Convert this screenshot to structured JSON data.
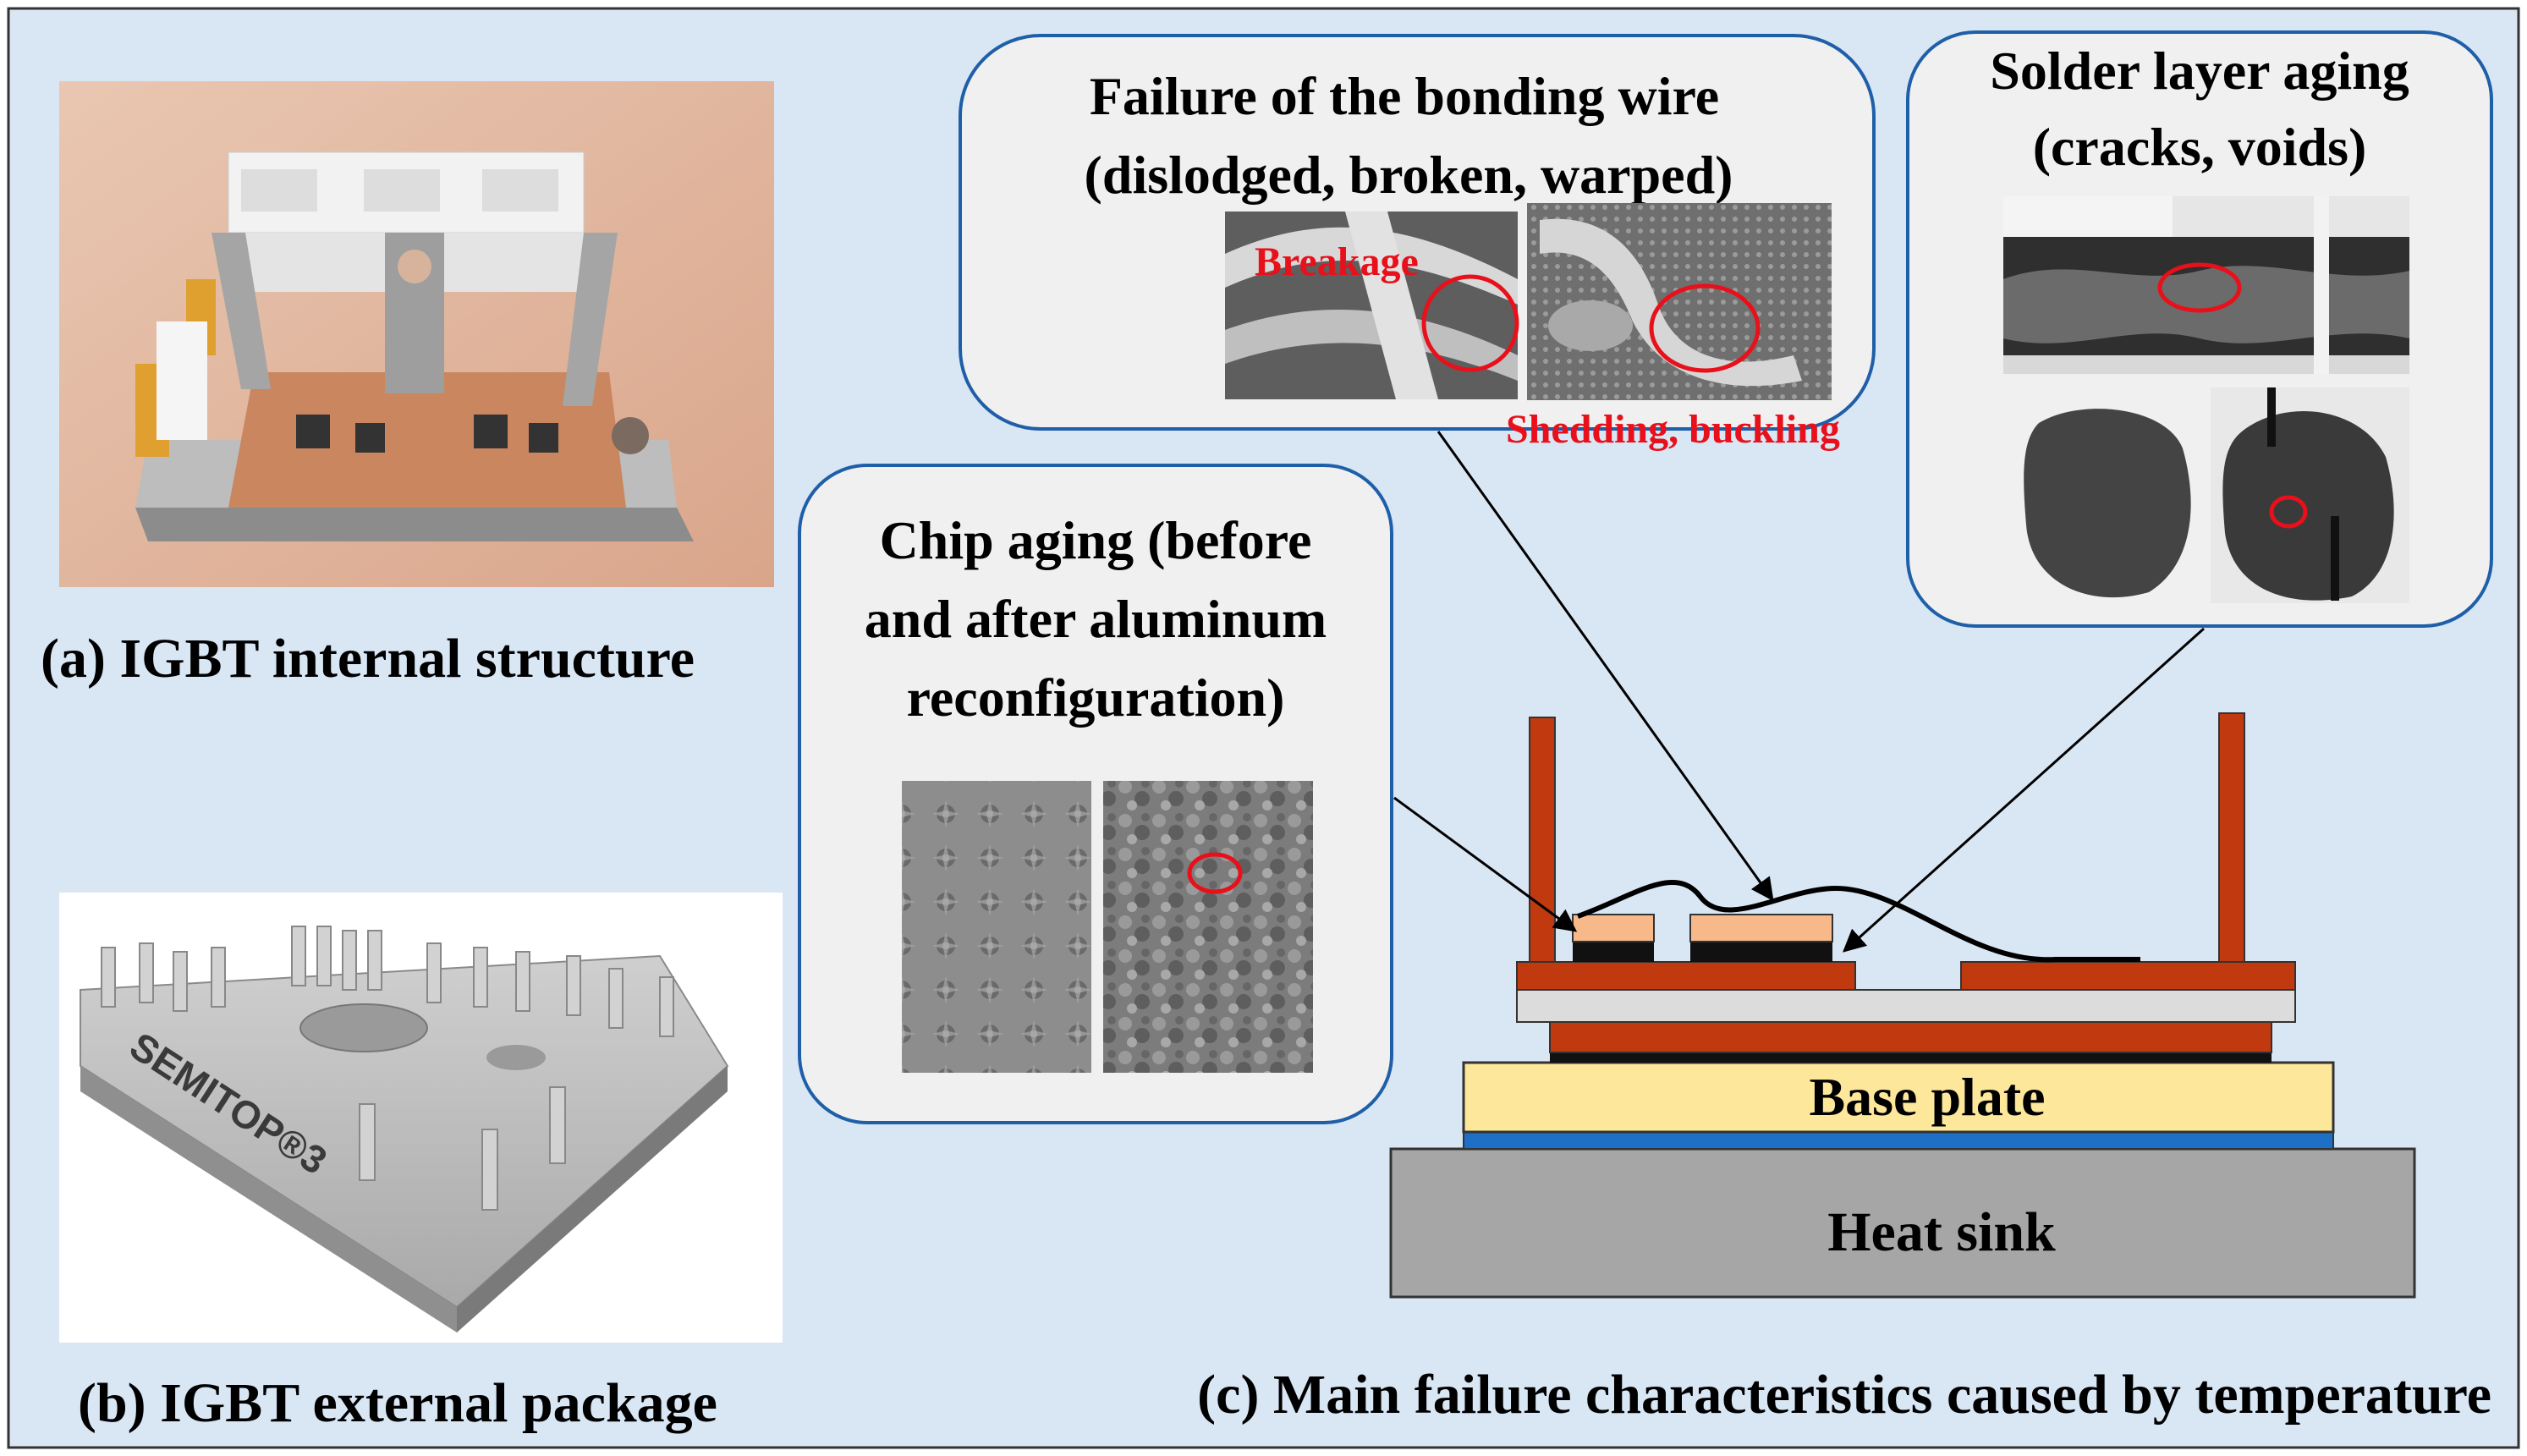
{
  "captions": {
    "a": "(a) IGBT internal structure",
    "b": "(b) IGBT external package",
    "c": "(c) Main failure characteristics caused by temperature"
  },
  "callouts": {
    "bonding_wire": {
      "title_line1": "Failure of the bonding wire",
      "title_line2": "(dislodged, broken, warped)",
      "label_breakage": "Breakage",
      "label_shedding": "Shedding, buckling"
    },
    "solder": {
      "title_line1": "Solder layer aging",
      "title_line2": "(cracks, voids)"
    },
    "chip": {
      "title_line1": "Chip aging (before",
      "title_line2": "and after aluminum",
      "title_line3": "reconfiguration)"
    }
  },
  "module_layers": {
    "base_plate": "Base plate",
    "heat_sink": "Heat sink"
  },
  "package_logo": "SEMITOP®3",
  "colors": {
    "background_panel": "#d9e6f4",
    "callout_fill": "#f0f0f0",
    "callout_border": "#1f5fa8",
    "copper": "#c0390f",
    "chip": "#f7b98a",
    "solder": "#111111",
    "ceramic": "#dcdcdc",
    "base_plate": "#fde79a",
    "thermal_layer": "#1e6fc6",
    "heat_sink": "#a6a6a6",
    "highlight_red": "#e8101a"
  }
}
